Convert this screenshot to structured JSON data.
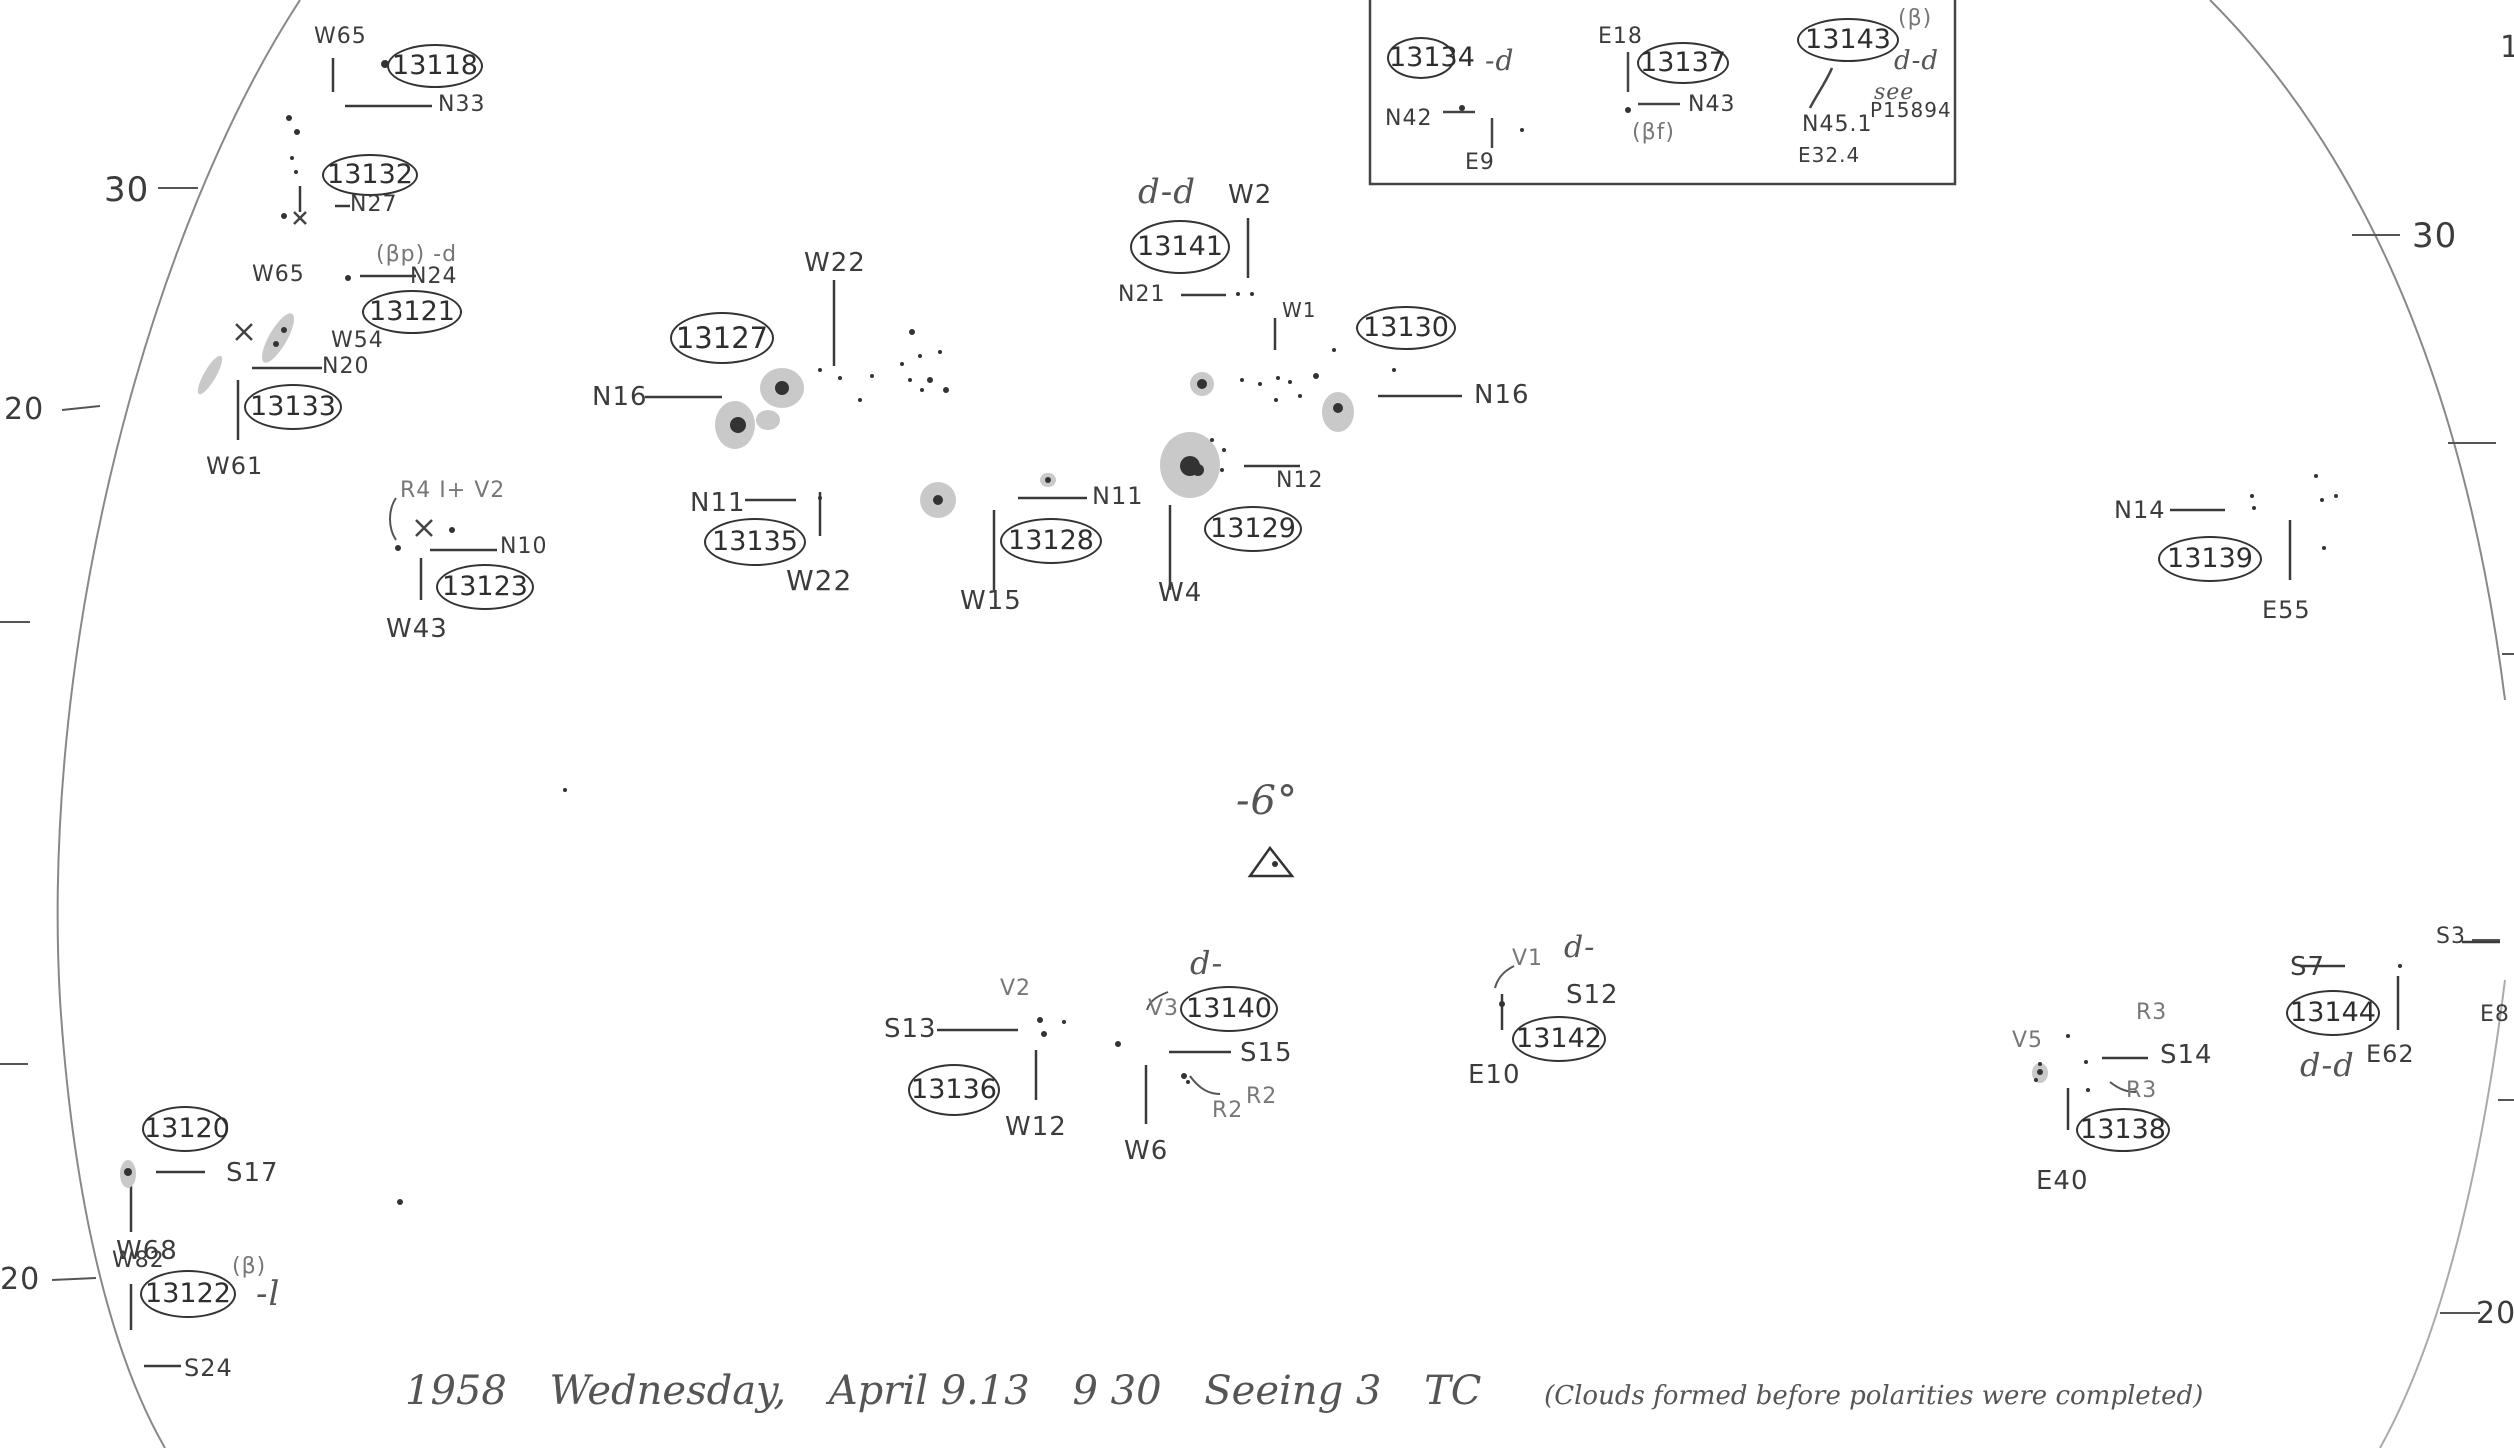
{
  "margin_scale": {
    "left": [
      "30",
      "20",
      "20"
    ],
    "right": [
      "30",
      "1",
      "20",
      "S3",
      "E8"
    ]
  },
  "center": {
    "label": "-6°"
  },
  "footer": {
    "year": "1958",
    "weekday": "Wednesday,",
    "date": "April 9.13",
    "time": "9 30",
    "seeing": "Seeing 3",
    "observer": "TC",
    "note": "(Clouds formed before polarities were completed)"
  },
  "inset": {
    "groups": [
      {
        "number": "13134",
        "polarity": "-d",
        "n": "N42",
        "e": "E9"
      },
      {
        "number": "13137",
        "e": "E18",
        "n": "N43",
        "note": "(βf)"
      },
      {
        "number": "13143",
        "note": "(β)",
        "polarity": "d-d",
        "see": "see",
        "ref": "P15894",
        "n": "N45.1",
        "e": "E32.4"
      }
    ]
  },
  "regions": [
    {
      "number": "13118",
      "w": "W65",
      "n": "N33"
    },
    {
      "number": "13132",
      "w": "W65",
      "n": "N27"
    },
    {
      "number": "13121",
      "w": "W54",
      "n": "N24",
      "note": "(βp) -d"
    },
    {
      "number": "13133",
      "w": "W61",
      "n": "N20"
    },
    {
      "number": "13123",
      "w": "W43",
      "n": "N10",
      "marks": "R4 I+ V2"
    },
    {
      "number": "13127",
      "w": "W22",
      "n": "N16"
    },
    {
      "number": "13135",
      "w": "W22",
      "n": "N11"
    },
    {
      "number": "13128",
      "w": "W15",
      "n": "N11"
    },
    {
      "number": "13141",
      "w": "W2",
      "n": "N21",
      "polarity": "d-d"
    },
    {
      "number": "13130",
      "w": "W1",
      "n": "N16"
    },
    {
      "number": "13129",
      "w": "W4",
      "n": "N12"
    },
    {
      "number": "13139",
      "e": "E55",
      "n": "N14"
    },
    {
      "number": "13120",
      "w": "W68",
      "s": "S17"
    },
    {
      "number": "13122",
      "w": "W82",
      "s": "S24",
      "note": "(β)",
      "polarity": "-l"
    },
    {
      "number": "13136",
      "w": "W12",
      "s": "S13",
      "mark": "V2"
    },
    {
      "number": "13140",
      "w": "W6",
      "s": "S15",
      "mark": "V3",
      "polarity": "d-",
      "r": "R2"
    },
    {
      "number": "13142",
      "e": "E10",
      "s": "S12",
      "mark": "V1",
      "polarity": "d-"
    },
    {
      "number": "13138",
      "e": "E40",
      "s": "S14",
      "mark": "V5",
      "r": "R3"
    },
    {
      "number": "13144",
      "e": "E62",
      "s": "S7",
      "polarity": "d-d"
    }
  ],
  "colors": {
    "ink": "#3a3a3a",
    "pencil": "#777777",
    "spot": "#555555",
    "penumbra": "#c8c8c8"
  }
}
